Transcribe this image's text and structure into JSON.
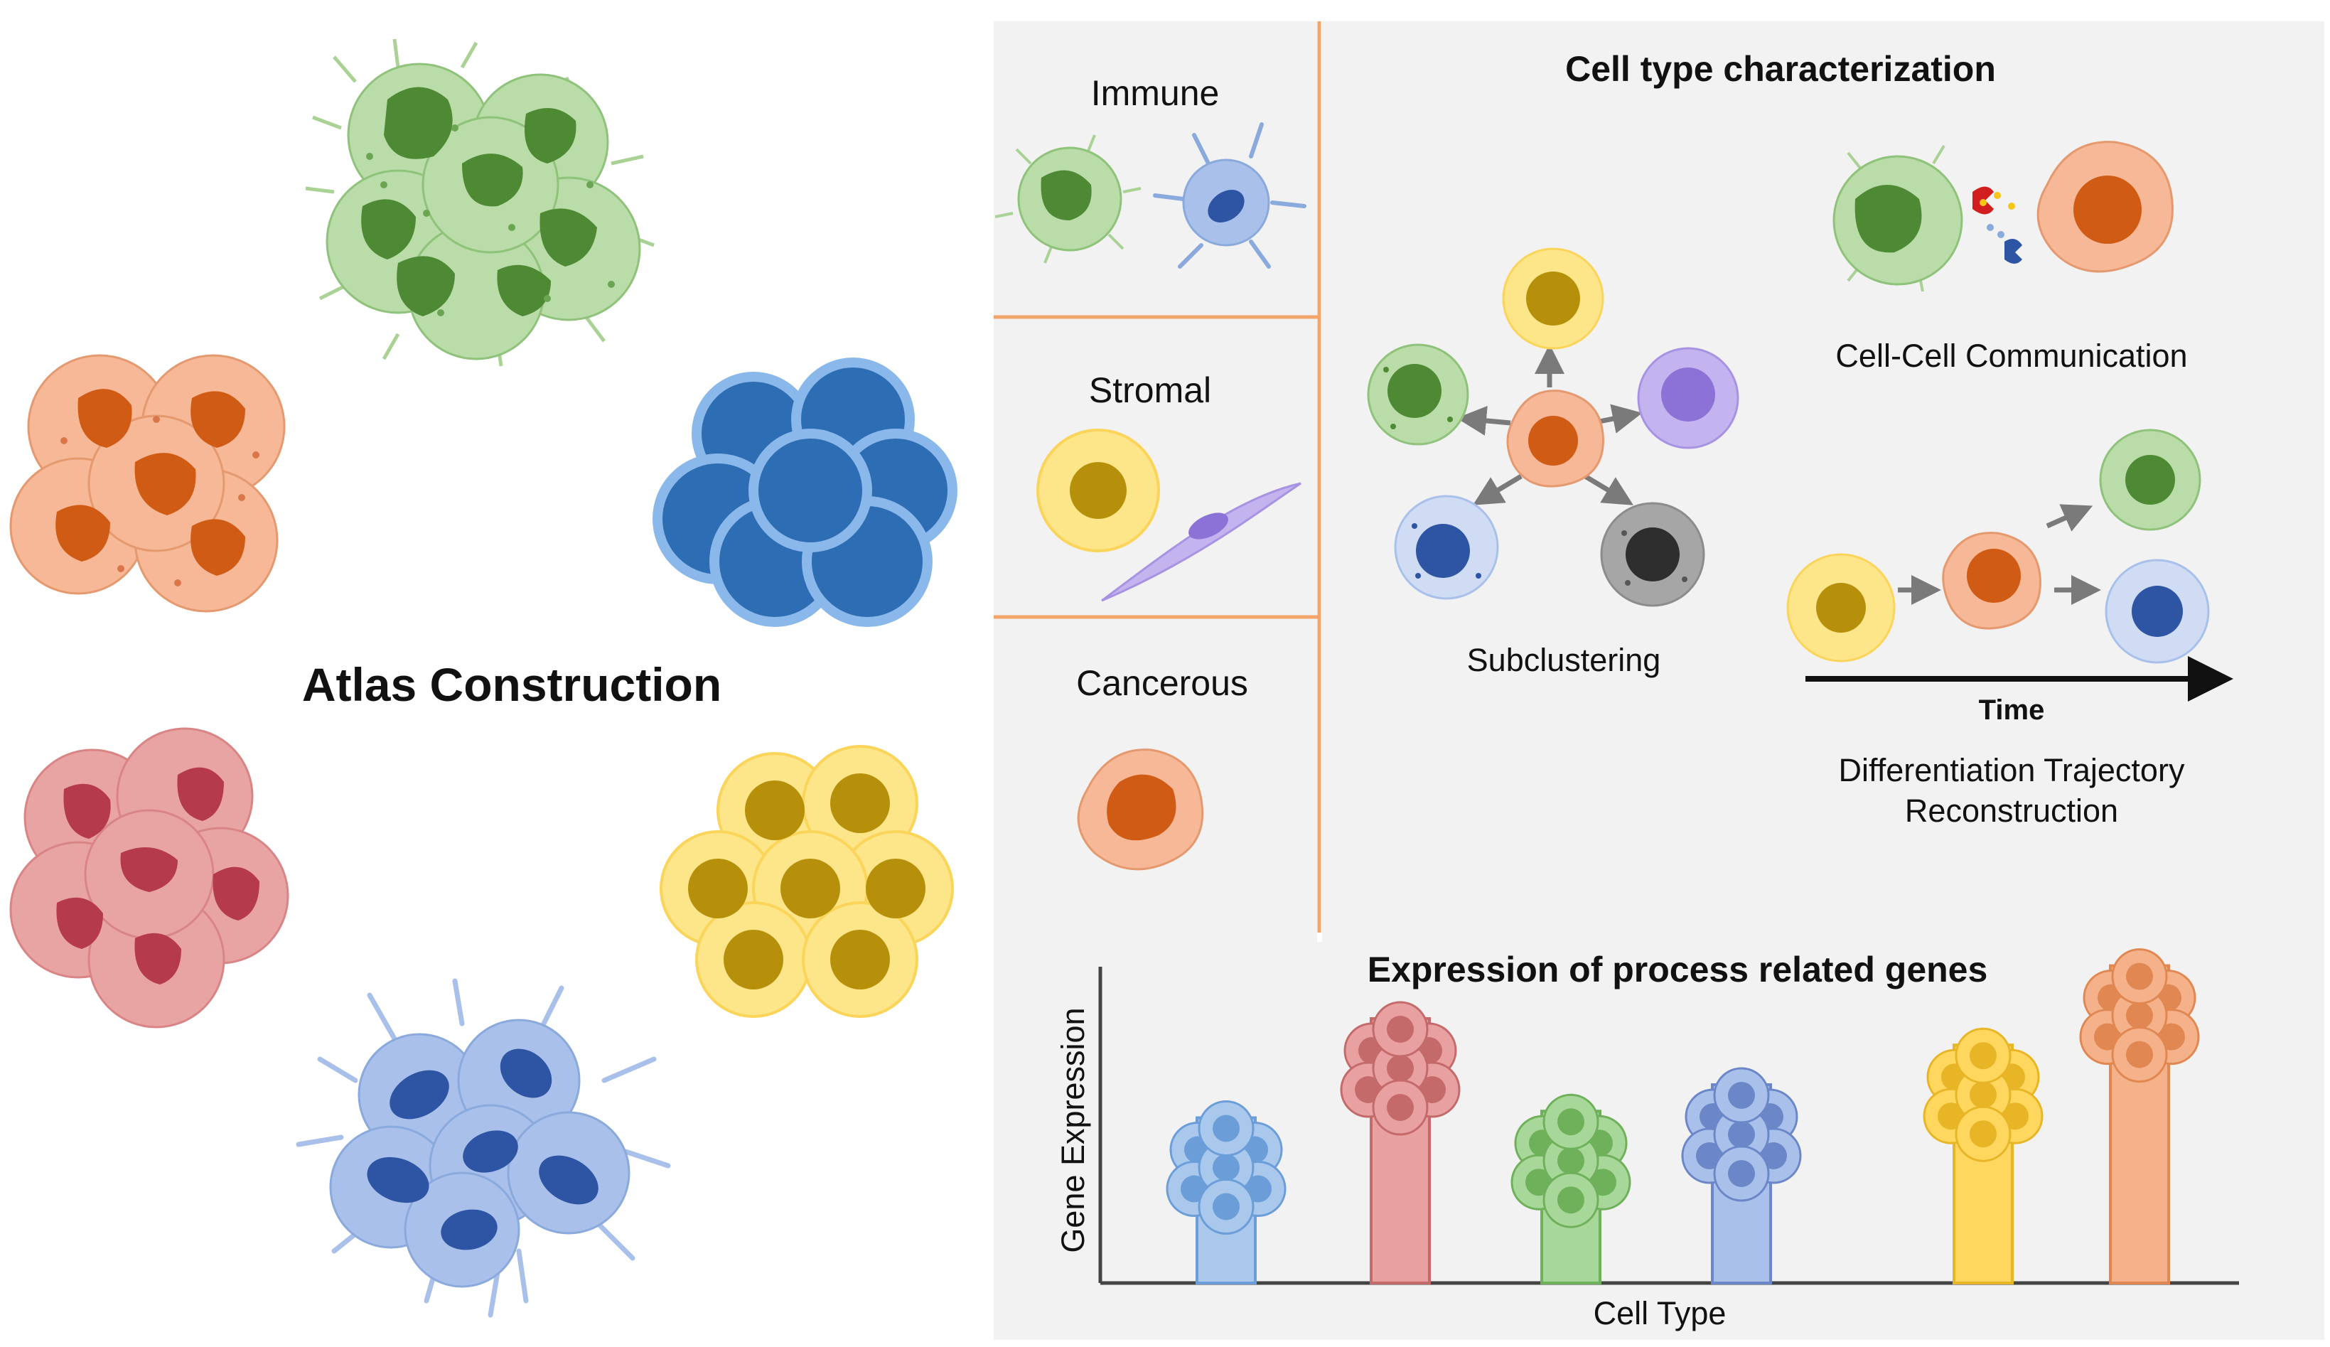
{
  "atlas": {
    "title": "Atlas Construction"
  },
  "categories": [
    {
      "label": "Immune"
    },
    {
      "label": "Stromal"
    },
    {
      "label": "Cancerous"
    }
  ],
  "characterization": {
    "title": "Cell type characterization",
    "subclustering": "Subclustering",
    "communication": "Cell-Cell Communication",
    "time_label": "Time",
    "trajectory_line1": "Differentiation Trajectory",
    "trajectory_line2": "Reconstruction"
  },
  "expression": {
    "title": "Expression of process related genes",
    "xlabel": "Cell Type",
    "ylabel": "Gene Expression"
  },
  "chart_data": {
    "type": "bar",
    "title": "Expression of process related genes",
    "xlabel": "Cell Type",
    "ylabel": "Gene Expression",
    "categories": [
      "",
      "",
      "",
      "",
      "",
      ""
    ],
    "values": [
      0.5,
      0.8,
      0.52,
      0.6,
      0.72,
      0.96
    ],
    "bar_colors": [
      "#a9c8ec",
      "#e8a0a0",
      "#a8d79a",
      "#a9c1ea",
      "#ffd75e",
      "#f5b28a"
    ],
    "ylim": [
      0,
      1
    ]
  },
  "colors": {
    "panel_bg": "#f2f2f2",
    "divider": "#f4a56a",
    "immune_green": "#b9dca8",
    "nucleus_green": "#4d8a33",
    "blue": "#2d6db3",
    "orange_cyto": "#f6b897",
    "orange_nucleus": "#cf5b14",
    "red_cyto": "#e8a3a3",
    "red_nucleus": "#b53b4a",
    "yellow_cyto": "#fde58a",
    "yellow_nucleus": "#b7900b",
    "purple": "#c3b3ee",
    "gray": "#a6a6a6"
  }
}
